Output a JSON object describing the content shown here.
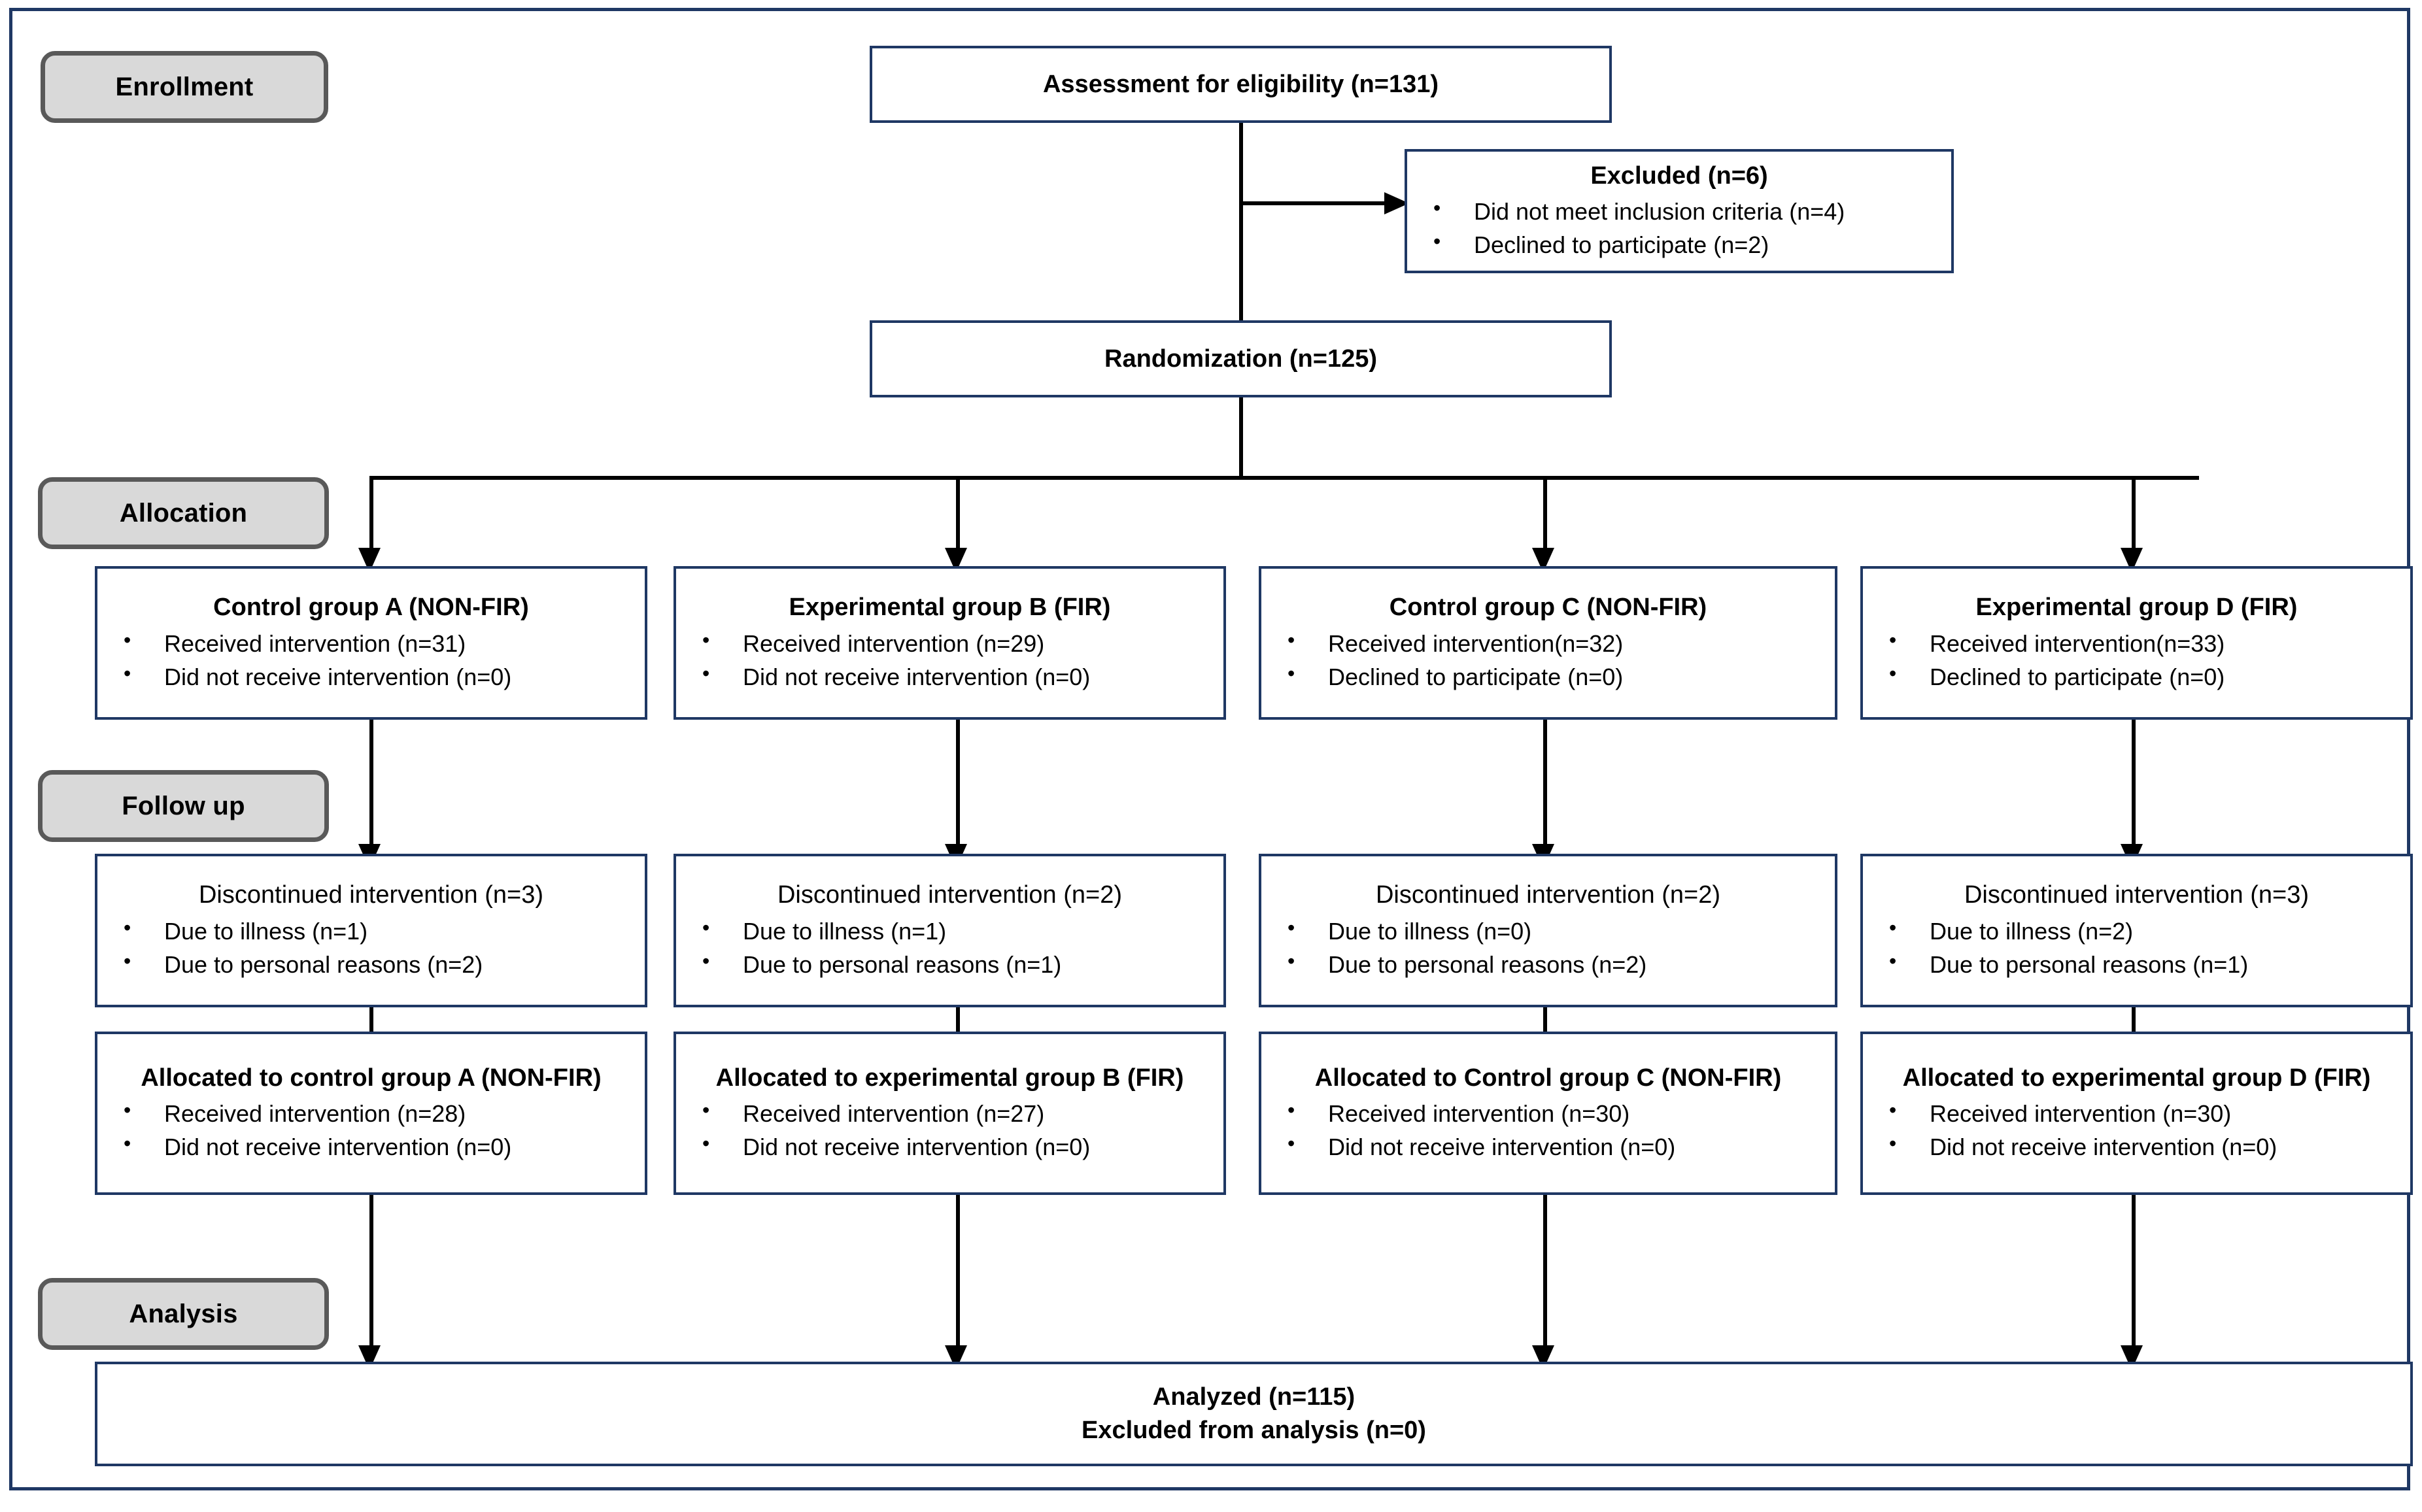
{
  "diagram": {
    "type": "CONSORT flow diagram",
    "stages": [
      {
        "id": "enrollment",
        "label": "Enrollment"
      },
      {
        "id": "allocation",
        "label": "Allocation"
      },
      {
        "id": "followup",
        "label": "Follow up"
      },
      {
        "id": "analysis",
        "label": "Analysis"
      }
    ],
    "enrollment": {
      "assessment": {
        "title": "Assessment for eligibility (n=131)"
      },
      "excluded": {
        "title": "Excluded (n=6)",
        "items": [
          "Did not meet inclusion criteria (n=4)",
          "Declined to participate (n=2)"
        ]
      },
      "randomization": {
        "title": "Randomization (n=125)"
      }
    },
    "allocation_boxes": [
      {
        "title": "Control group A (NON-FIR)",
        "items": [
          "Received intervention (n=31)",
          "Did not receive intervention (n=0)"
        ]
      },
      {
        "title": "Experimental group B (FIR)",
        "items": [
          "Received intervention (n=29)",
          "Did not receive intervention (n=0)"
        ]
      },
      {
        "title": "Control group C (NON-FIR)",
        "items": [
          "Received intervention(n=32)",
          "Declined to participate (n=0)"
        ]
      },
      {
        "title": "Experimental group D (FIR)",
        "items": [
          "Received intervention(n=33)",
          "Declined to participate (n=0)"
        ]
      }
    ],
    "followup_boxes": [
      {
        "title": "Discontinued intervention (n=3)",
        "items": [
          "Due to illness (n=1)",
          "Due to personal reasons (n=2)"
        ]
      },
      {
        "title": "Discontinued intervention (n=2)",
        "items": [
          "Due to illness (n=1)",
          "Due to personal reasons (n=1)"
        ]
      },
      {
        "title": "Discontinued intervention (n=2)",
        "items": [
          "Due to illness (n=0)",
          "Due to personal reasons (n=2)"
        ]
      },
      {
        "title": "Discontinued intervention (n=3)",
        "items": [
          "Due to illness (n=2)",
          "Due to personal reasons (n=1)"
        ]
      }
    ],
    "allocated_boxes": [
      {
        "title": "Allocated to control group A (NON-FIR)",
        "items": [
          "Received intervention (n=28)",
          "Did not receive intervention (n=0)"
        ]
      },
      {
        "title": "Allocated to experimental group B (FIR)",
        "items": [
          "Received intervention (n=27)",
          "Did not receive intervention (n=0)"
        ]
      },
      {
        "title": "Allocated to Control group C  (NON-FIR)",
        "items": [
          "Received intervention (n=30)",
          "Did not receive intervention (n=0)"
        ]
      },
      {
        "title": "Allocated to experimental group D (FIR)",
        "items": [
          "Received intervention (n=30)",
          "Did not receive intervention (n=0)"
        ]
      }
    ],
    "analysis": {
      "line1": "Analyzed (n=115)",
      "line2": "Excluded from analysis (n=0)"
    },
    "colors": {
      "box_border": "#1f3864",
      "pill_fill": "#d9d9d9",
      "pill_border": "#595959",
      "connector": "#000000"
    }
  }
}
